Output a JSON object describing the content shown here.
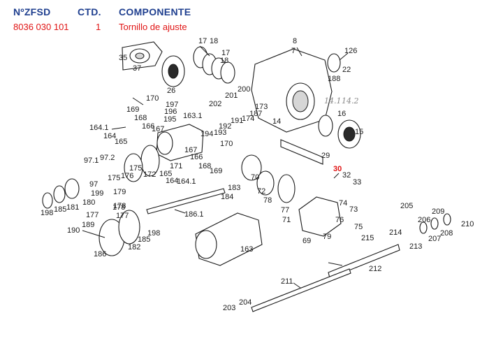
{
  "header": {
    "col_part_number": "NºZFSD",
    "col_quantity": "CTD.",
    "col_component": "COMPONENTE",
    "row": {
      "part_number": "8036 030 101",
      "quantity": "1",
      "component": "Tornillo de ajuste"
    }
  },
  "diagram": {
    "highlighted_label": "30",
    "labels": [
      "35",
      "37",
      "26",
      "17",
      "18",
      "17",
      "18",
      "8",
      "7",
      "126",
      "22",
      "188",
      "14",
      "201",
      "200",
      "202",
      "170",
      "197",
      "196",
      "195",
      "169",
      "168",
      "166",
      "167",
      "163.1",
      "164.1",
      "164",
      "165",
      "194",
      "193",
      "192",
      "191",
      "174",
      "187",
      "173",
      "14.1",
      "14.2",
      "16",
      "15",
      "29",
      "167",
      "166",
      "168",
      "169",
      "170",
      "171",
      "172",
      "165",
      "164",
      "164.1",
      "175",
      "176",
      "97.1",
      "97.2",
      "175",
      "178",
      "179",
      "180",
      "181",
      "185",
      "198",
      "199",
      "97",
      "177",
      "177",
      "178",
      "190",
      "189",
      "186",
      "182",
      "185",
      "198",
      "186.1",
      "183",
      "184",
      "70",
      "72",
      "78",
      "77",
      "71",
      "32",
      "33",
      "74",
      "73",
      "76",
      "75",
      "69",
      "79",
      "163",
      "215",
      "205",
      "206",
      "209",
      "210",
      "208",
      "207",
      "213",
      "214",
      "212",
      "211",
      "204",
      "203"
    ]
  }
}
